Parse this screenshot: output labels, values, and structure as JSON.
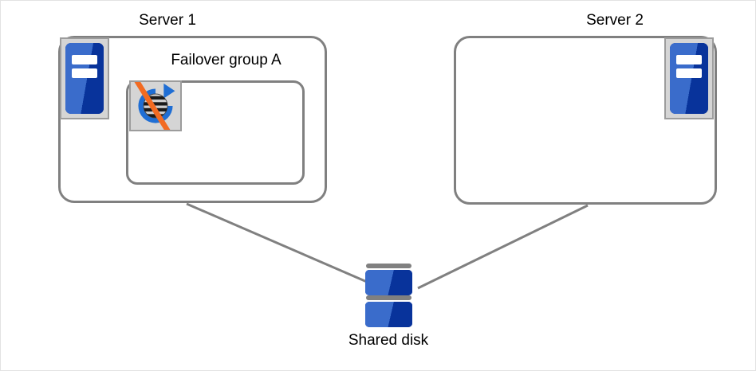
{
  "diagram": {
    "background_color": "#ffffff",
    "border_color": "#e2e2e2",
    "line_color": "#808080",
    "accent_blue_light": "#3a6ccb",
    "accent_blue_dark": "#08339b",
    "icon_frame_gray": "#d5d5d5",
    "slash_orange": "#f26b22"
  },
  "servers": [
    {
      "title": "Server 1",
      "icon_name": "server-icon",
      "icon_position": "left"
    },
    {
      "title": "Server 2",
      "icon_name": "server-icon",
      "icon_position": "right"
    }
  ],
  "failover_group": {
    "title": "Failover group A",
    "resource_icon_name": "group-resource-icon",
    "status": "disabled",
    "status_marker": "orange-slash"
  },
  "shared_disk": {
    "title": "Shared disk",
    "icon_name": "shared-disk-icon"
  },
  "connections": [
    {
      "from": "Server 1",
      "to": "Shared disk"
    },
    {
      "from": "Server 2",
      "to": "Shared disk"
    }
  ]
}
